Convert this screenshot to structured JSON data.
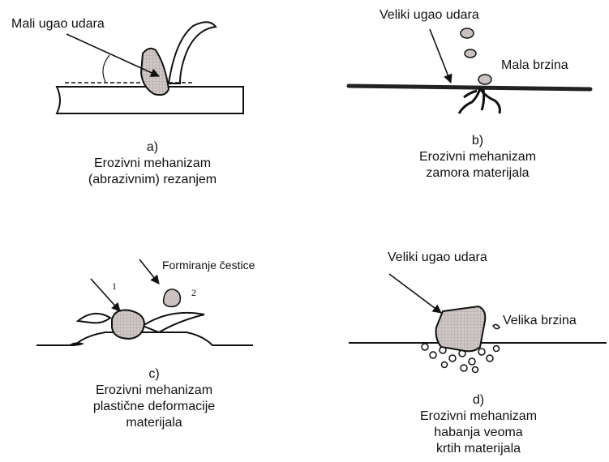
{
  "panels": {
    "a": {
      "annotation": "Mali ugao udara",
      "caption": {
        "letter": "a)",
        "line1": "Erozivni mehanizam",
        "line2": "(abrazivnim) rezanjem"
      }
    },
    "b": {
      "annotation_angle": "Veliki ugao udara",
      "annotation_speed": "Mala brzina",
      "caption": {
        "letter": "b)",
        "line1": "Erozivni mehanizam",
        "line2": "zamora materijala"
      }
    },
    "c": {
      "annotation": "Formiranje čestice",
      "marker_1": "1",
      "marker_2": "2",
      "caption": {
        "letter": "c)",
        "line1": "Erozivni mehanizam",
        "line2": "plastične deformacije",
        "line3": "materijala"
      }
    },
    "d": {
      "annotation_angle": "Veliki ugao udara",
      "annotation_speed": "Velika brzina",
      "caption": {
        "letter": "d)",
        "line1": "Erozivni mehanizam",
        "line2": "habanja veoma",
        "line3": "krtih materijala"
      }
    }
  },
  "colors": {
    "particle_fill": "#c9c2c0",
    "ink": "#111111"
  }
}
